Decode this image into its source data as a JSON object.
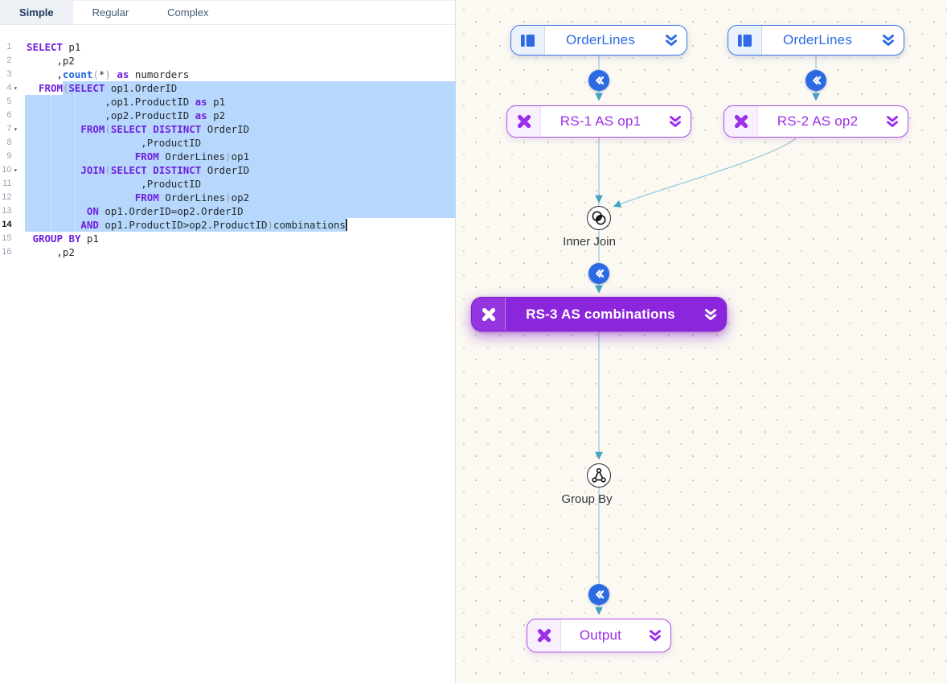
{
  "tabs": [
    {
      "label": "Simple",
      "active": true
    },
    {
      "label": "Regular",
      "active": false
    },
    {
      "label": "Complex",
      "active": false
    }
  ],
  "editor": {
    "lines": [
      {
        "n": "1",
        "fold": false,
        "active": false,
        "tokens": [
          [
            "kw",
            "SELECT"
          ],
          [
            "t",
            " p1"
          ]
        ]
      },
      {
        "n": "2",
        "fold": false,
        "active": false,
        "tokens": [
          [
            "t",
            "     ,p2"
          ]
        ]
      },
      {
        "n": "3",
        "fold": false,
        "active": false,
        "tokens": [
          [
            "t",
            "     ,"
          ],
          [
            "fn",
            "count"
          ],
          [
            "pn",
            "("
          ],
          [
            "t",
            "*"
          ],
          [
            "pn",
            ")"
          ],
          [
            "t",
            " "
          ],
          [
            "kw",
            "as"
          ],
          [
            "t",
            " numorders"
          ]
        ]
      },
      {
        "n": "4",
        "fold": true,
        "active": false,
        "tokens": [
          [
            "t",
            "  "
          ],
          [
            "kw",
            "FROM"
          ],
          [
            "pn",
            "("
          ],
          [
            "kw",
            "SELECT"
          ],
          [
            "t",
            " op1.OrderID"
          ]
        ]
      },
      {
        "n": "5",
        "fold": false,
        "active": false,
        "tokens": [
          [
            "t",
            "             ,op1.ProductID "
          ],
          [
            "kw",
            "as"
          ],
          [
            "t",
            " p1"
          ]
        ]
      },
      {
        "n": "6",
        "fold": false,
        "active": false,
        "tokens": [
          [
            "t",
            "             ,op2.ProductID "
          ],
          [
            "kw",
            "as"
          ],
          [
            "t",
            " p2"
          ]
        ]
      },
      {
        "n": "7",
        "fold": true,
        "active": false,
        "tokens": [
          [
            "t",
            "         "
          ],
          [
            "kw",
            "FROM"
          ],
          [
            "pn",
            "("
          ],
          [
            "kw",
            "SELECT"
          ],
          [
            "t",
            " "
          ],
          [
            "kw",
            "DISTINCT"
          ],
          [
            "t",
            " OrderID"
          ]
        ]
      },
      {
        "n": "8",
        "fold": false,
        "active": false,
        "tokens": [
          [
            "t",
            "                   ,ProductID"
          ]
        ]
      },
      {
        "n": "9",
        "fold": false,
        "active": false,
        "tokens": [
          [
            "t",
            "                  "
          ],
          [
            "kw",
            "FROM"
          ],
          [
            "t",
            " OrderLines"
          ],
          [
            "pn",
            ")"
          ],
          [
            "t",
            "op1"
          ]
        ]
      },
      {
        "n": "10",
        "fold": true,
        "active": false,
        "tokens": [
          [
            "t",
            "         "
          ],
          [
            "kw",
            "JOIN"
          ],
          [
            "pn",
            "("
          ],
          [
            "kw",
            "SELECT"
          ],
          [
            "t",
            " "
          ],
          [
            "kw",
            "DISTINCT"
          ],
          [
            "t",
            " OrderID"
          ]
        ]
      },
      {
        "n": "11",
        "fold": false,
        "active": false,
        "tokens": [
          [
            "t",
            "                   ,ProductID"
          ]
        ]
      },
      {
        "n": "12",
        "fold": false,
        "active": false,
        "tokens": [
          [
            "t",
            "                  "
          ],
          [
            "kw",
            "FROM"
          ],
          [
            "t",
            " OrderLines"
          ],
          [
            "pn",
            ")"
          ],
          [
            "t",
            "op2"
          ]
        ]
      },
      {
        "n": "13",
        "fold": false,
        "active": false,
        "tokens": [
          [
            "t",
            "          "
          ],
          [
            "kw",
            "ON"
          ],
          [
            "t",
            " op1.OrderID=op2.OrderID"
          ]
        ]
      },
      {
        "n": "14",
        "fold": false,
        "active": true,
        "tokens": [
          [
            "t",
            "         "
          ],
          [
            "kw",
            "AND"
          ],
          [
            "t",
            " op1.ProductID>op2.ProductID"
          ],
          [
            "pn",
            ")"
          ],
          [
            "t",
            "combinations"
          ]
        ]
      },
      {
        "n": "15",
        "fold": false,
        "active": false,
        "tokens": [
          [
            "t",
            " "
          ],
          [
            "kw",
            "GROUP"
          ],
          [
            "t",
            " "
          ],
          [
            "kw",
            "BY"
          ],
          [
            "t",
            " p1"
          ]
        ]
      },
      {
        "n": "16",
        "fold": false,
        "active": false,
        "tokens": [
          [
            "t",
            "     ,p2"
          ]
        ]
      }
    ]
  },
  "diagram": {
    "nodes": {
      "table_left": {
        "label": "OrderLines",
        "icon": "table-icon"
      },
      "table_right": {
        "label": "OrderLines",
        "icon": "table-icon"
      },
      "rs1": {
        "label": "RS-1 AS op1",
        "icon": "resultset-icon"
      },
      "rs2": {
        "label": "RS-2 AS op2",
        "icon": "resultset-icon"
      },
      "rs3": {
        "label": "RS-3 AS combinations",
        "icon": "resultset-icon"
      },
      "output": {
        "label": "Output",
        "icon": "resultset-icon"
      },
      "inner_join": {
        "label": "Inner Join",
        "icon": "inner-join-icon"
      },
      "group_by": {
        "label": "Group By",
        "icon": "group-by-icon"
      }
    },
    "colors": {
      "blue": "#2e6be4",
      "purple": "#9c2fe8",
      "purple_fill": "#8c26dd",
      "connector": "#9fc8da",
      "arrow": "#44a4c4",
      "selection": "#b7d8fc",
      "keyword": "#6d20df",
      "function": "#1b66e0"
    }
  }
}
